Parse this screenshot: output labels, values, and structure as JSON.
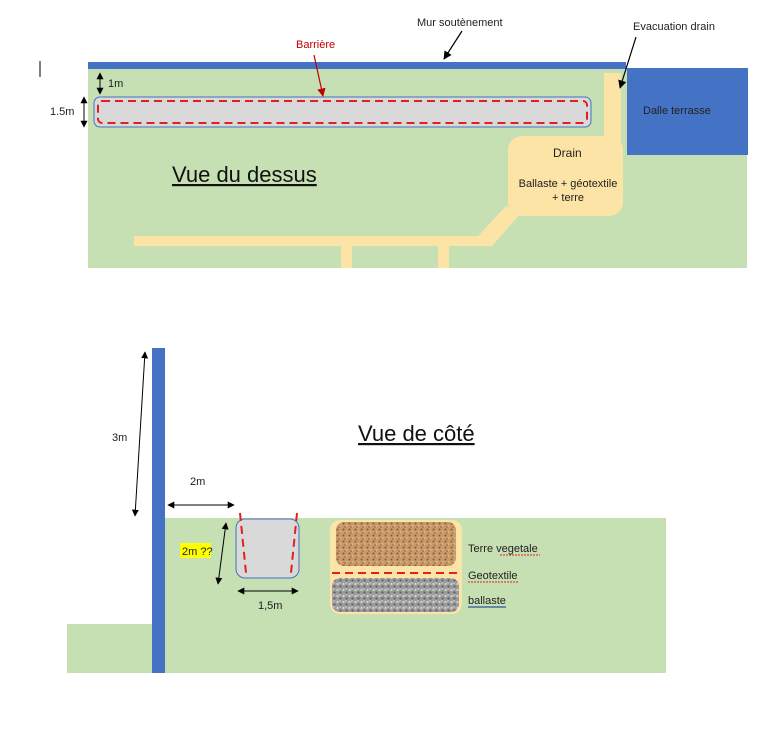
{
  "colors": {
    "ground": "#c6dfb3",
    "wall": "#4472c4",
    "drain": "#fce4a6",
    "barrier": "#e02020",
    "pipe_fill": "#d9d9d9",
    "highlight": "#ffff00"
  },
  "top_view": {
    "title": "Vue du dessus",
    "wall_label": "Mur soutènement",
    "barrier_label": "Barrière",
    "evacuation_label": "Evacuation drain",
    "terrace_label": "Dalle terrasse",
    "drain_title": "Drain",
    "drain_line1": "Ballaste + géotextile",
    "drain_line2": "+ terre",
    "dim_1m": "1m",
    "dim_1_5m": "1.5m"
  },
  "side_view": {
    "title": "Vue de côté",
    "dim_3m": "3m",
    "dim_2m": "2m",
    "dim_depth": "2m ??",
    "dim_width": "1,5m",
    "layer_terre": "Terre vegetale",
    "layer_geotextile": "Geotextile",
    "layer_ballaste": "ballaste"
  }
}
